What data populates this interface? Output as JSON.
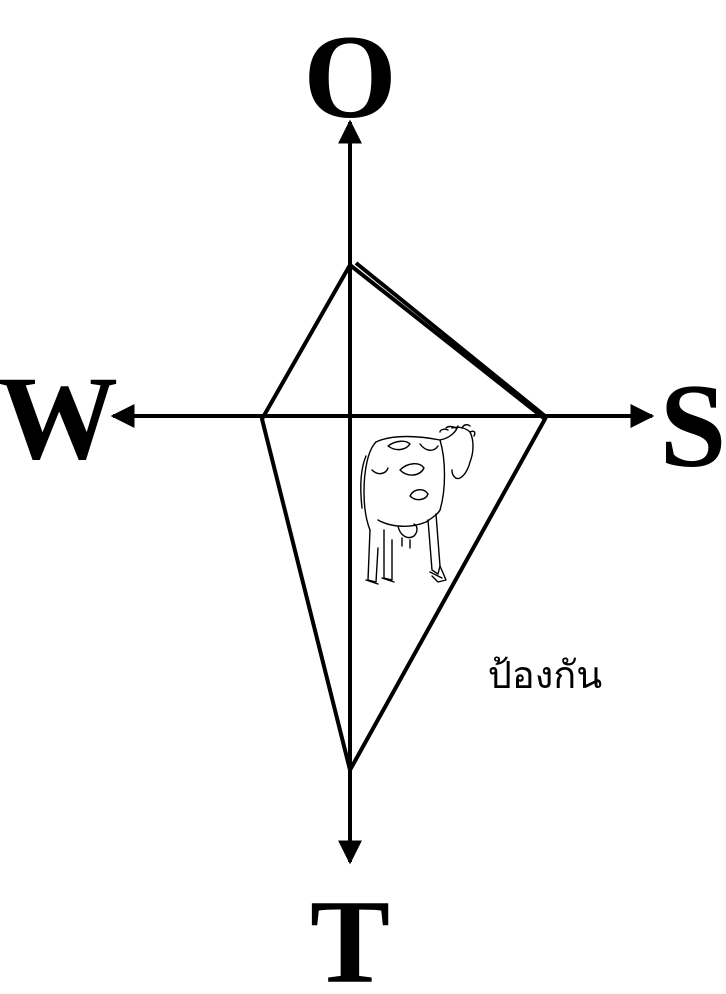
{
  "labels": {
    "top": "O",
    "left": "W",
    "right": "S",
    "bottom": "T",
    "caption": "ป้องกัน"
  },
  "icons": {
    "figure": "cow-icon"
  },
  "colors": {
    "stroke": "#000000",
    "background": "#ffffff"
  }
}
